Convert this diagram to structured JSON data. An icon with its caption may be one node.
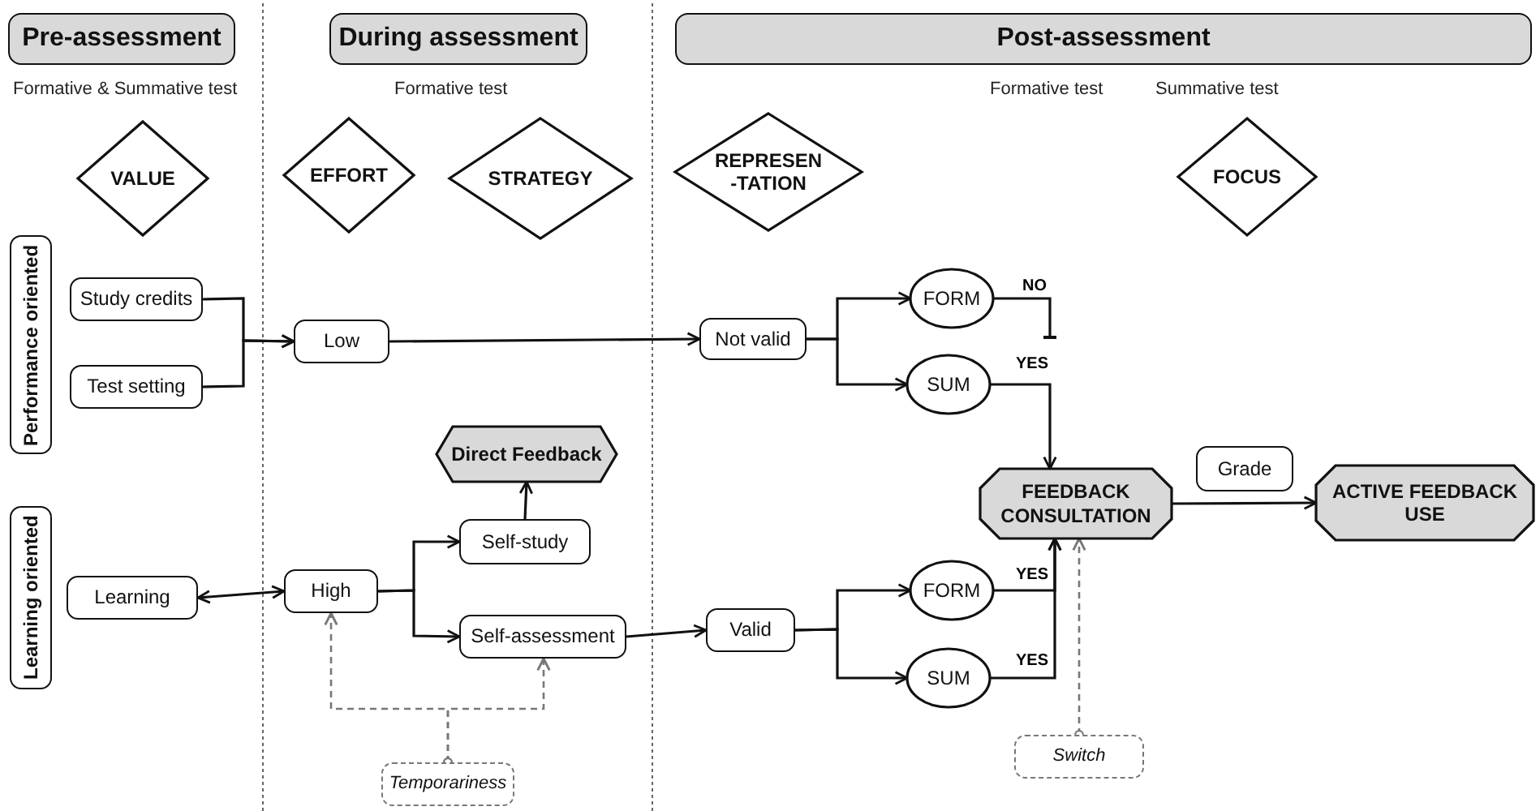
{
  "diagram": {
    "nodes": [
      {
        "text": [
          "Pre-assessment"
        ]
      },
      {
        "text": [
          "During assessment"
        ]
      },
      {
        "text": [
          "Post-assessment"
        ]
      },
      {
        "text": [
          "VALUE"
        ]
      },
      {
        "text": [
          "EFFORT"
        ]
      },
      {
        "text": [
          "STRATEGY"
        ]
      },
      {
        "text": [
          "REPRESEN -TATION"
        ]
      },
      {
        "text": [
          "FOCUS"
        ]
      },
      {
        "text": [
          "Performance oriented"
        ]
      },
      {
        "text": [
          "Learning oriented"
        ]
      },
      {
        "text": [
          "Study credits"
        ]
      },
      {
        "text": [
          "Test setting"
        ]
      },
      {
        "text": [
          "Low"
        ]
      },
      {
        "text": [
          "Not valid"
        ]
      },
      {
        "text": [
          "FORM"
        ]
      },
      {
        "text": [
          "SUM"
        ]
      },
      {
        "text": [
          "Direct Feedback"
        ]
      },
      {
        "text": [
          "Self-study"
        ]
      },
      {
        "text": [
          "Learning"
        ]
      },
      {
        "text": [
          "High"
        ]
      },
      {
        "text": [
          "Self-assessment"
        ]
      },
      {
        "text": [
          "Valid"
        ]
      },
      {
        "text": [
          "FEEDBACK CONSULTATION"
        ]
      },
      {
        "text": [
          "Grade"
        ]
      },
      {
        "text": [
          "ACTIVE FEEDBACK USE"
        ]
      },
      {
        "text": [
          "FORM"
        ]
      },
      {
        "text": [
          "SUM"
        ]
      },
      {
        "text": [
          "Temporariness"
        ]
      },
      {
        "text": [
          "Switch"
        ]
      }
    ],
    "edges": [
      {
        "from": 10,
        "to": 12,
        "arrow": "to"
      },
      {
        "from": 11,
        "to": 12,
        "arrow": "to"
      },
      {
        "from": 12,
        "to": 13,
        "arrow": "to"
      },
      {
        "from": 13,
        "to": 14,
        "arrow": "to"
      },
      {
        "from": 13,
        "to": 15,
        "arrow": "to"
      },
      {
        "from": 14,
        "to": null,
        "arrow": "other",
        "label": "NO"
      },
      {
        "from": 15,
        "to": 22,
        "arrow": "to",
        "label": "YES"
      },
      {
        "from": 18,
        "to": 19,
        "arrow": "both"
      },
      {
        "from": 19,
        "to": 17,
        "arrow": "to"
      },
      {
        "from": 19,
        "to": 20,
        "arrow": "to"
      },
      {
        "from": 17,
        "to": 16,
        "arrow": "to"
      },
      {
        "from": 20,
        "to": 21,
        "arrow": "to"
      },
      {
        "from": 21,
        "to": 25,
        "arrow": "to"
      },
      {
        "from": 21,
        "to": 26,
        "arrow": "to"
      },
      {
        "from": 25,
        "to": 22,
        "arrow": "to",
        "label": "YES"
      },
      {
        "from": 26,
        "to": 22,
        "arrow": "to",
        "label": "YES"
      },
      {
        "from": 22,
        "to": 24,
        "arrow": "to"
      },
      {
        "from": 27,
        "to": 19,
        "arrow": "to",
        "style": "dashed",
        "color": "#777777"
      },
      {
        "from": 27,
        "to": 20,
        "arrow": "to",
        "style": "dashed",
        "color": "#777777"
      },
      {
        "from": 28,
        "to": 22,
        "arrow": "to",
        "style": "dashed",
        "color": "#777777"
      }
    ],
    "labels": [
      "Formative & Summative test",
      "Formative test",
      "Formative test",
      "Summative test"
    ]
  }
}
